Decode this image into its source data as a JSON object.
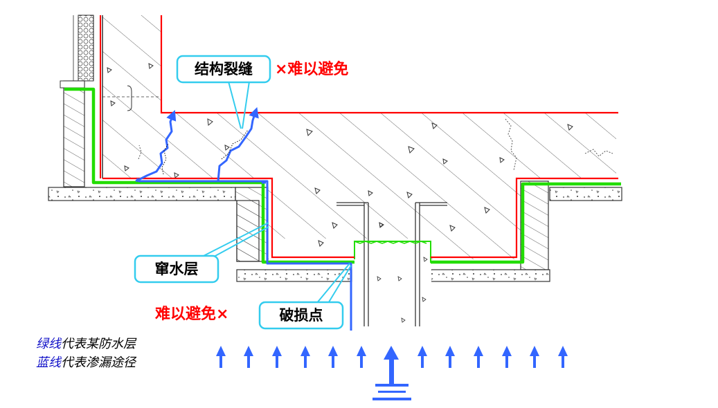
{
  "labels": {
    "crack": "结构裂缝",
    "crack_note": "×难以避免",
    "water_channel": "窜水层",
    "damage_note": "难以避免×",
    "damage_point": "破损点"
  },
  "legend": {
    "line1_key": "绿线",
    "line1_text": "代表某防水层",
    "line2_key": "蓝线",
    "line2_text": "代表渗漏途径"
  },
  "colors": {
    "waterproof_layer": "#22dd00",
    "leak_path": "#3366ff",
    "structure_outline": "#ff0000",
    "callout_border": "#33ccee",
    "arrow": "#3366ff"
  },
  "icons": {
    "water_pressure": "up-arrow-icon",
    "ground": "ground-symbol-icon"
  }
}
